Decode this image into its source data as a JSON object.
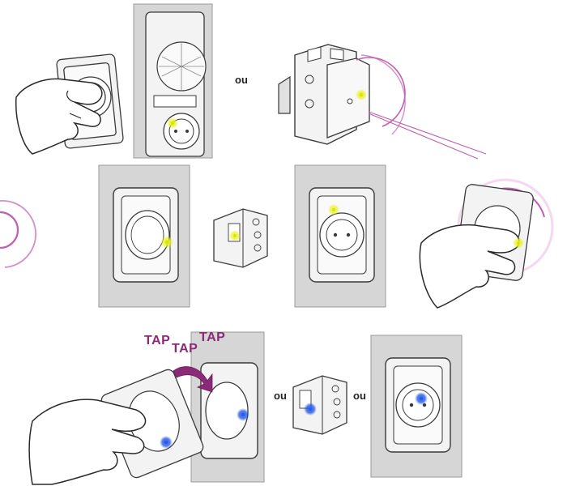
{
  "labels": {
    "or_1": "ou",
    "or_2": "ou",
    "or_3": "ou"
  },
  "tap_text": [
    "TAP",
    "TAP",
    "TAP"
  ],
  "colors": {
    "wall_plate": "#d6d6d6",
    "device": "#f3f3f3",
    "outline": "#3a3a3a",
    "signal_ring": "#c060b0",
    "arrow": "#8a2a78",
    "tap_text": "#8a2a78",
    "led_yellow": "#e8f020",
    "led_blue": "#1a4fe0"
  },
  "icons": [
    "hand-icon",
    "signal-wave-icon",
    "led-indicator-icon",
    "curved-arrow-icon"
  ]
}
